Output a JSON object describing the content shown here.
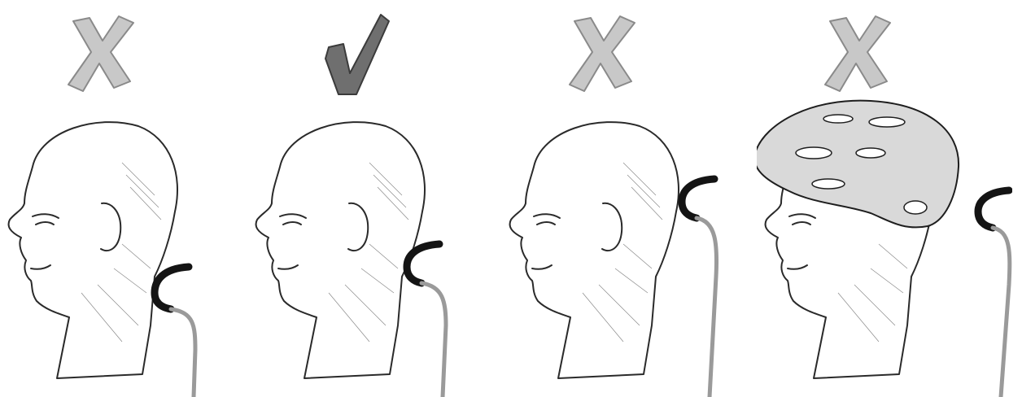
{
  "colors": {
    "cross": "#c8c8c8",
    "cross_outline": "#8a8a8a",
    "check": "#6f6f6f",
    "check_outline": "#3b3b3b",
    "sketch": "#2a2a2a",
    "rest_top": "#141414",
    "rest_stem": "#9a9a9a",
    "helmet": "#d9d9d9"
  },
  "panels": [
    {
      "verdict": "cross",
      "icon": "x-mark-icon",
      "rest_position": "low-neck",
      "helmet": false
    },
    {
      "verdict": "check",
      "icon": "check-mark-icon",
      "rest_position": "neck-under-skull",
      "helmet": false
    },
    {
      "verdict": "cross",
      "icon": "x-mark-icon",
      "rest_position": "high-head",
      "helmet": false
    },
    {
      "verdict": "cross",
      "icon": "x-mark-icon",
      "rest_position": "head-with-helmet",
      "helmet": true
    }
  ]
}
